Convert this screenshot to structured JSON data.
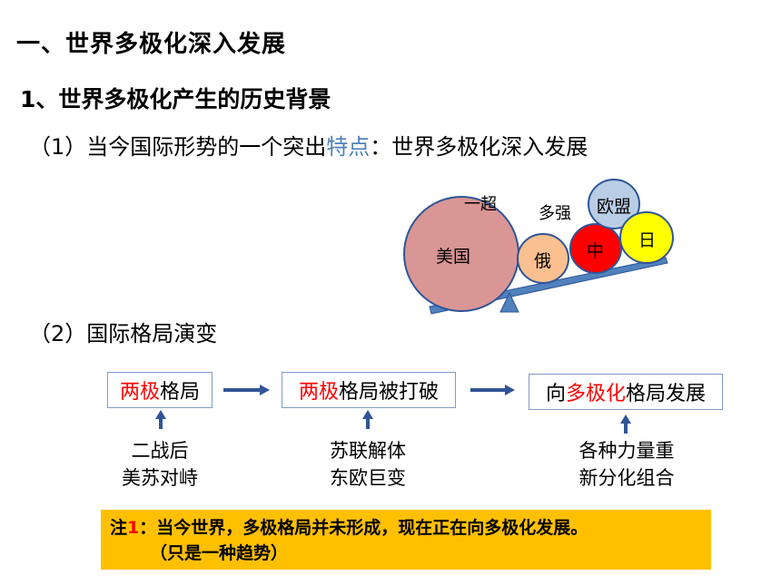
{
  "heading1": "一、世界多极化深入发展",
  "heading2": "1、世界多极化产生的历史背景",
  "point1": {
    "prefix": "（1）当今国际形势的一个突出",
    "highlight": "特点",
    "suffix": "：世界多极化深入发展"
  },
  "balance": {
    "label_superpower": "一超",
    "label_powers": "多强",
    "usa": "美国",
    "russia": "俄",
    "china": "中",
    "eu": "欧盟",
    "japan": "日",
    "colors": {
      "usa": "#d99694",
      "russia": "#fac090",
      "china": "#ff0000",
      "eu": "#b9cde5",
      "japan": "#ffff00",
      "beam": "#4f81bd"
    }
  },
  "point2": "（2）国际格局演变",
  "flow": {
    "stage1": {
      "highlight": "两极",
      "rest": "格局"
    },
    "stage2": {
      "highlight": "两极",
      "rest": "格局被打破"
    },
    "stage3": {
      "pre": "向",
      "highlight": "多极化",
      "rest": "格局发展"
    },
    "cause1": [
      "二战后",
      "美苏对峙"
    ],
    "cause2": [
      "苏联解体",
      "东欧巨变"
    ],
    "cause3": [
      "各种力量重",
      "新分化组合"
    ]
  },
  "note": {
    "label": "注",
    "num": "1",
    "line1": "：当今世界，多极格局并未形成，现在正在向多极化发展。",
    "line2": "（只是一种趋势）"
  }
}
